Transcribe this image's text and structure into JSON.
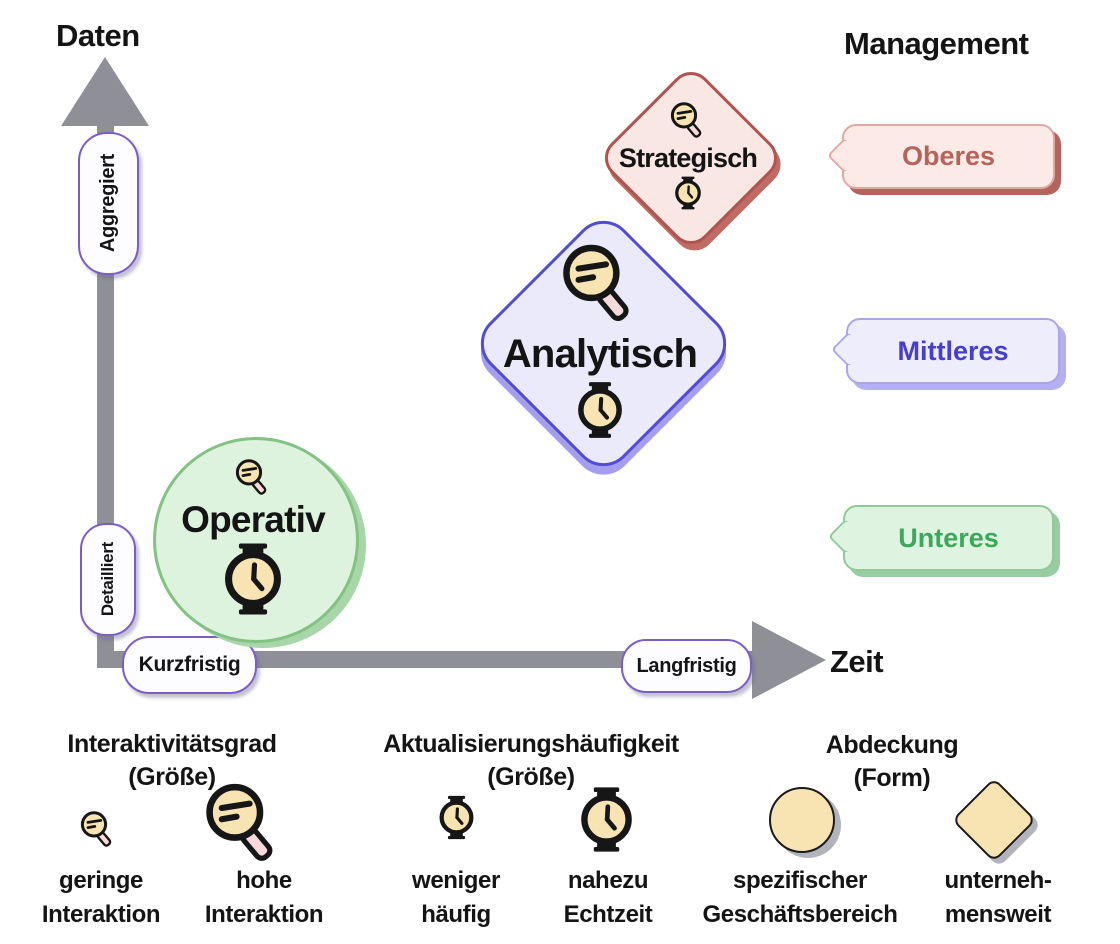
{
  "colors": {
    "axis_gray": "#8f8f97",
    "pill_bg": "#fdfcff",
    "pill_border": "#7a5ec5",
    "operativ_fill": "#ddf3dd",
    "operativ_border": "#82c282",
    "operativ_shadow": "#a9d6a9",
    "analytisch_fill": "#ebeafa",
    "analytisch_border": "#524bd3",
    "analytisch_shadow": "#a49fec",
    "strategisch_fill": "#f9e7e3",
    "strategisch_border": "#b0544f",
    "strategisch_shadow": "#c06c66",
    "oberes_bg": "#fbeae6",
    "oberes_border": "#e0a8a1",
    "oberes_text": "#b4635d",
    "oberes_shadow": "#b4635d",
    "mittleres_bg": "#eeedfb",
    "mittleres_border": "#aca6e8",
    "mittleres_text": "#453ed0",
    "mittleres_shadow": "#b5b0ef",
    "unteres_bg": "#def4e1",
    "unteres_border": "#8fcb96",
    "unteres_text": "#3da75c",
    "unteres_shadow": "#99cda1",
    "icon_cream": "#f8e3b2",
    "icon_ink": "#161616",
    "icon_handle_pink": "#f9d9d9",
    "legend_shadow": "#b3b3bb"
  },
  "axes": {
    "y_title": "Daten",
    "x_title": "Zeit",
    "y_labels": [
      {
        "text": "Aggregiert"
      },
      {
        "text": "Detailliert"
      }
    ],
    "x_labels": [
      {
        "text": "Kurzfristig"
      },
      {
        "text": "Langfristig"
      }
    ]
  },
  "management": {
    "title": "Management",
    "levels": [
      {
        "label": "Oberes"
      },
      {
        "label": "Mittleres"
      },
      {
        "label": "Unteres"
      }
    ]
  },
  "nodes": [
    {
      "label": "Strategisch",
      "shape": "diamond",
      "icons": [
        "magnifier-small-icon",
        "watch-small-icon"
      ]
    },
    {
      "label": "Analytisch",
      "shape": "diamond",
      "icons": [
        "magnifier-large-icon",
        "watch-medium-icon"
      ]
    },
    {
      "label": "Operativ",
      "shape": "circle",
      "icons": [
        "magnifier-small-icon",
        "watch-large-icon"
      ]
    }
  ],
  "legend": {
    "sections": [
      {
        "title": "Interaktivitätsgrad",
        "subtitle": "(Größe)",
        "items": [
          {
            "icon": "magnifier-small-icon",
            "label": [
              "geringe",
              "Interaktion"
            ]
          },
          {
            "icon": "magnifier-large-icon",
            "label": [
              "hohe",
              "Interaktion"
            ]
          }
        ]
      },
      {
        "title": "Aktualisierungshäufigkeit",
        "subtitle": "(Größe)",
        "items": [
          {
            "icon": "watch-small-icon",
            "label": [
              "weniger",
              "häufig"
            ]
          },
          {
            "icon": "watch-large-icon",
            "label": [
              "nahezu",
              "Echtzeit"
            ]
          }
        ]
      },
      {
        "title": "Abdeckung",
        "subtitle": "(Form)",
        "items": [
          {
            "icon": "circle-shape-icon",
            "label": [
              "spezifischer",
              "Geschäftsbereich"
            ]
          },
          {
            "icon": "diamond-shape-icon",
            "label": [
              "unterneh-",
              "mensweit"
            ]
          }
        ]
      }
    ]
  }
}
